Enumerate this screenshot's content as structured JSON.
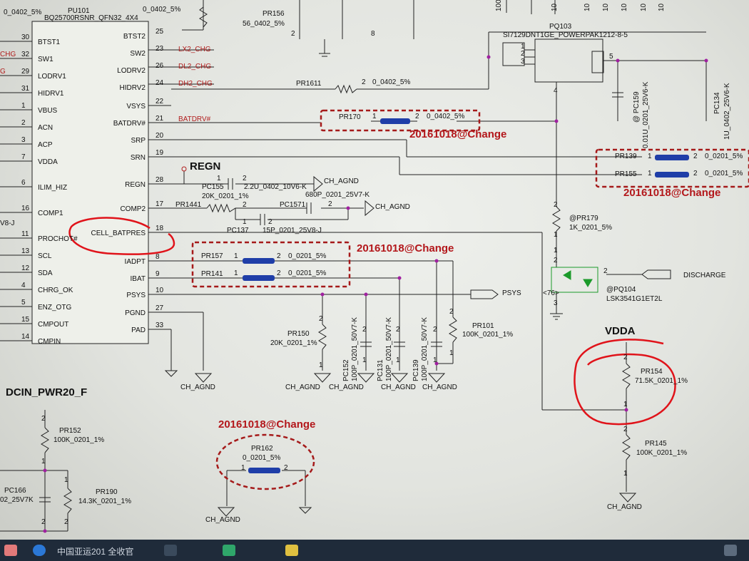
{
  "ic": {
    "part": "PU101",
    "name": "BQ25700RSNR_QFN32_4X4",
    "left_pins": [
      {
        "num": "30",
        "name": "BTST1",
        "net": ""
      },
      {
        "num": "32",
        "name": "SW1",
        "net": "CHG"
      },
      {
        "num": "29",
        "name": "LODRV1",
        "net": "G"
      },
      {
        "num": "31",
        "name": "HIDRV1",
        "net": ""
      },
      {
        "num": "1",
        "name": "VBUS",
        "net": ""
      },
      {
        "num": "2",
        "name": "ACN",
        "net": ""
      },
      {
        "num": "3",
        "name": "ACP",
        "net": ""
      },
      {
        "num": "7",
        "name": "VDDA",
        "net": ""
      },
      {
        "num": "6",
        "name": "ILIM_HIZ",
        "net": ""
      },
      {
        "num": "16",
        "name": "COMP1",
        "net": ""
      },
      {
        "num": "11",
        "name": "PROCHOT#",
        "net": ""
      },
      {
        "num": "13",
        "name": "SCL",
        "net": ""
      },
      {
        "num": "12",
        "name": "SDA",
        "net": ""
      },
      {
        "num": "4",
        "name": "CHRG_OK",
        "net": ""
      },
      {
        "num": "5",
        "name": "ENZ_OTG",
        "net": ""
      },
      {
        "num": "15",
        "name": "CMPOUT",
        "net": ""
      },
      {
        "num": "14",
        "name": "CMPIN",
        "net": ""
      }
    ],
    "right_pins": [
      {
        "num": "25",
        "name": "BTST2",
        "net": ""
      },
      {
        "num": "23",
        "name": "SW2",
        "net": "LX2_CHG"
      },
      {
        "num": "26",
        "name": "LODRV2",
        "net": "DL2_CHG"
      },
      {
        "num": "24",
        "name": "HIDRV2",
        "net": "DH2_CHG"
      },
      {
        "num": "22",
        "name": "VSYS",
        "net": ""
      },
      {
        "num": "21",
        "name": "BATDRV#",
        "net": "BATDRV#"
      },
      {
        "num": "20",
        "name": "SRP",
        "net": ""
      },
      {
        "num": "19",
        "name": "SRN",
        "net": ""
      },
      {
        "num": "28",
        "name": "REGN",
        "net": ""
      },
      {
        "num": "17",
        "name": "COMP2",
        "net": ""
      },
      {
        "num": "18",
        "name": "CELL_BATPRES",
        "net": ""
      },
      {
        "num": "8",
        "name": "IADPT",
        "net": ""
      },
      {
        "num": "9",
        "name": "IBAT",
        "net": ""
      },
      {
        "num": "10",
        "name": "PSYS",
        "net": ""
      },
      {
        "num": "27",
        "name": "PGND",
        "net": ""
      },
      {
        "num": "33",
        "name": "PAD",
        "net": ""
      }
    ],
    "left_edge_fragments": [
      "0_0402_5%",
      "V8-J"
    ]
  },
  "parts": {
    "pr156": {
      "ref": "PR156",
      "value": "56_0402_5%"
    },
    "top_fragment": "0_0402_5%",
    "pq103": {
      "ref": "PQ103",
      "value": "SI7129DNT1GE_POWERPAK1212-8-5"
    },
    "pr1611": {
      "ref": "PR1611",
      "value": "0_0402_5%"
    },
    "pr170": {
      "ref": "PR170",
      "value": "0_0402_5%"
    },
    "pc159": {
      "ref": "@ PC159",
      "value": "0.01U_0201_25V6-K"
    },
    "pc134": {
      "ref": "PC134",
      "value": "1U_0402_25V6-K"
    },
    "pr139": {
      "ref": "PR139",
      "value": "0_0201_5%"
    },
    "pr155": {
      "ref": "PR155",
      "value": "0_0201_5%"
    },
    "regn": "REGN",
    "pc155": {
      "ref": "PC155",
      "value": "2.2U_0402_10V6-K"
    },
    "pr1441": {
      "ref": "PR1441",
      "value": "20K_0201_1%"
    },
    "pc1571": {
      "ref": "PC1571",
      "value": "680P_0201_25V7-K"
    },
    "pc137": {
      "ref": "PC137",
      "value": "15P_0201_25V8-J"
    },
    "pr179": {
      "ref": "@PR179",
      "value": "1K_0201_5%"
    },
    "pr157": {
      "ref": "PR157",
      "value": "0_0201_5%"
    },
    "pr141": {
      "ref": "PR141",
      "value": "0_0201_5%"
    },
    "pq104": {
      "ref": "@PQ104",
      "value": "LSK3541G1ET2L"
    },
    "discharge": "DISCHARGE",
    "psys_port": "PSYS",
    "psys_ref": "<76>",
    "pr150": {
      "ref": "PR150",
      "value": "20K_0201_1%"
    },
    "pc152": {
      "ref": "PC152",
      "value": "100P_0201_50V7-K"
    },
    "pc131": {
      "ref": "PC131",
      "value": "100P_0201_50V7-K"
    },
    "pc139": {
      "ref": "PC139",
      "value": "100P_0201_50V7-K"
    },
    "pr101": {
      "ref": "PR101",
      "value": "100K_0201_1%"
    },
    "vdda": "VDDA",
    "pr154": {
      "ref": "PR154",
      "value": "71.5K_0201_1%"
    },
    "pr145": {
      "ref": "PR145",
      "value": "100K_0201_1%"
    },
    "dcin": "DCIN_PWR20_F",
    "pr152": {
      "ref": "PR152",
      "value": "100K_0201_1%"
    },
    "pr162": {
      "ref": "PR162",
      "value": "0_0201_5%"
    },
    "pc166": {
      "ref": "PC166",
      "value": "02_25V7K"
    },
    "pr190": {
      "ref": "PR190",
      "value": "14.3K_0201_1%"
    },
    "ground": "CH_AGND",
    "change_note": "20161018@Change",
    "top_right_values": [
      "100",
      "10",
      "10",
      "10",
      "10",
      "10",
      "10"
    ]
  },
  "taskbar": {
    "text": "中国亚运201 全收官"
  }
}
